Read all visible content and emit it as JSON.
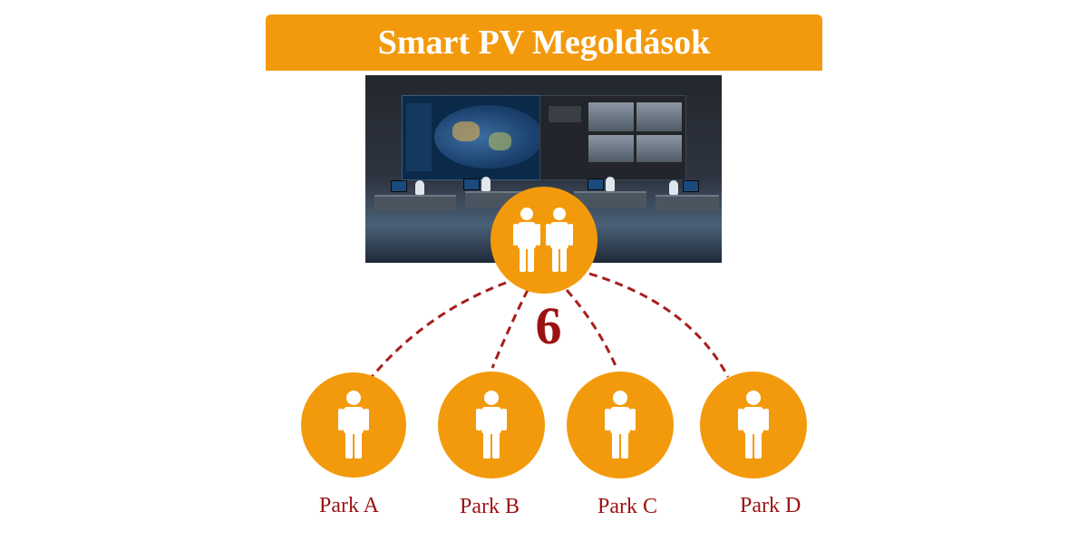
{
  "title": "Smart PV Megoldások",
  "central": {
    "icon": "two-people-icon"
  },
  "count": "6",
  "parks": [
    {
      "label": "Park A",
      "icon": "person-icon"
    },
    {
      "label": "Park B",
      "icon": "person-icon"
    },
    {
      "label": "Park C",
      "icon": "person-icon"
    },
    {
      "label": "Park D",
      "icon": "person-icon"
    }
  ],
  "colors": {
    "accent": "#f39a0c",
    "text_dark_red": "#9b1212",
    "connector": "#a81e1e"
  }
}
